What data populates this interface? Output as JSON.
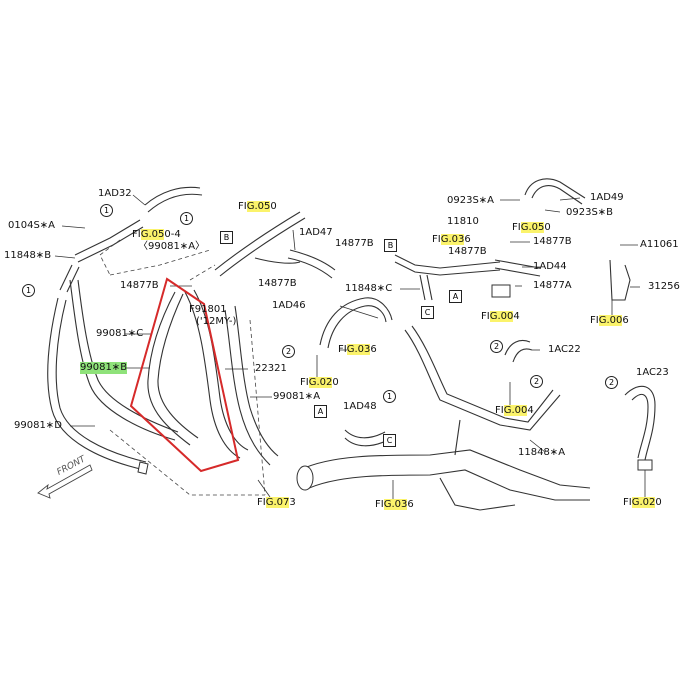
{
  "diagram": {
    "highlight_color": "#d62a2a",
    "fig_highlight_color": "#fbf36b",
    "part_highlight_color": "#8fe27a",
    "labels": {
      "p1AD32": "1AD32",
      "p0104SA": "0104S∗A",
      "p11848B": "11848∗B",
      "fig050_4_prefix": "FI",
      "fig050_4_hl": "G.05",
      "fig050_4_suffix": "0-4",
      "note_99081A": "〈99081∗A〉",
      "fig050a_prefix": "FI",
      "fig050a_hl": "G.05",
      "fig050a_suffix": "0",
      "p1AD47": "1AD47",
      "p14877B_a": "14877B",
      "p14877B_b": "14877B",
      "p14877B_c": "14877B",
      "p14877B_d": "14877B",
      "p14877B_e": "14877B",
      "p99081C": "99081∗C",
      "p99081B": "99081∗B",
      "p99081D": "99081∗D",
      "pF91801": "F91801",
      "note_12MY": "('12MY-)",
      "p1AD46": "1AD46",
      "p11848C": "11848∗C",
      "p22321": "22321",
      "p99081A": "99081∗A",
      "fig036a_prefix": "FI",
      "fig036a_hl": "G.03",
      "fig036a_suffix": "6",
      "fig020a_prefix": "FI",
      "fig020a_hl": "G.02",
      "fig020a_suffix": "0",
      "p1AD48": "1AD48",
      "front": "FRONT",
      "fig073_prefix": "FI",
      "fig073_hl": "G.07",
      "fig073_suffix": "3",
      "fig036b_prefix": "FI",
      "fig036b_hl": "G.03",
      "fig036b_suffix": "6",
      "p0923SA": "0923S∗A",
      "p1AD49": "1AD49",
      "p0923SB": "0923S∗B",
      "p11810": "11810",
      "fig050b_prefix": "FI",
      "fig050b_hl": "G.05",
      "fig050b_suffix": "0",
      "fig036c_prefix": "FI",
      "fig036c_hl": "G.03",
      "fig036c_suffix": "6",
      "p1AD44": "1AD44",
      "p14877A": "14877A",
      "fig004a_prefix": "FI",
      "fig004a_hl": "G.00",
      "fig004a_suffix": "4",
      "pA11061": "A11061",
      "p31256": "31256",
      "fig006_prefix": "FI",
      "fig006_hl": "G.00",
      "fig006_suffix": "6",
      "p1AC22": "1AC22",
      "fig004b_prefix": "FI",
      "fig004b_hl": "G.00",
      "fig004b_suffix": "4",
      "p11848A": "11848∗A",
      "p1AC23": "1AC23",
      "fig020b_prefix": "FI",
      "fig020b_hl": "G.02",
      "fig020b_suffix": "0"
    },
    "markers": {
      "box_A": "A",
      "box_B": "B",
      "box_C": "C",
      "circle_1": "1",
      "circle_2": "2"
    }
  }
}
